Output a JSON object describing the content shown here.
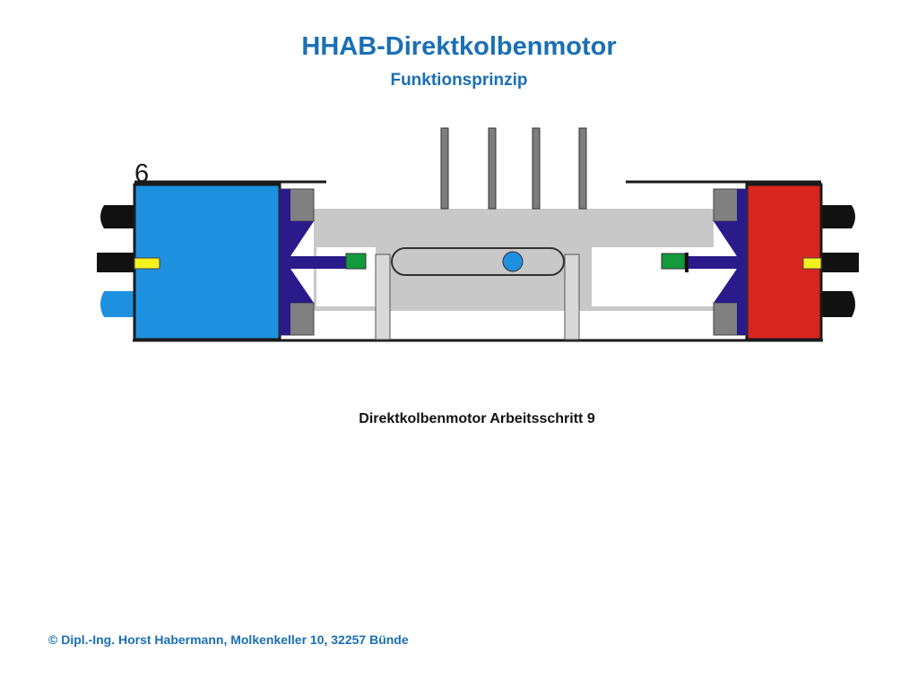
{
  "header": {
    "title": "HHAB-Direktkolbenmotor",
    "subtitle": "Funktionsprinzip"
  },
  "diagram": {
    "step_number": "6",
    "caption": "Direktkolbenmotor Arbeitsschritt 9",
    "colors": {
      "left_chamber": "#1e90e0",
      "right_chamber": "#d8261f",
      "housing_gray": "#c8c8c8",
      "dark_gray": "#808080",
      "piston_rod": "#2a1a8a",
      "valve_green": "#139a3c",
      "spark_yellow": "#f4f21c",
      "outline": "#1a1a1a"
    }
  },
  "footer": {
    "copyright": "© Dipl.-Ing. Horst Habermann, Molkenkeller 10, 32257 Bünde"
  }
}
